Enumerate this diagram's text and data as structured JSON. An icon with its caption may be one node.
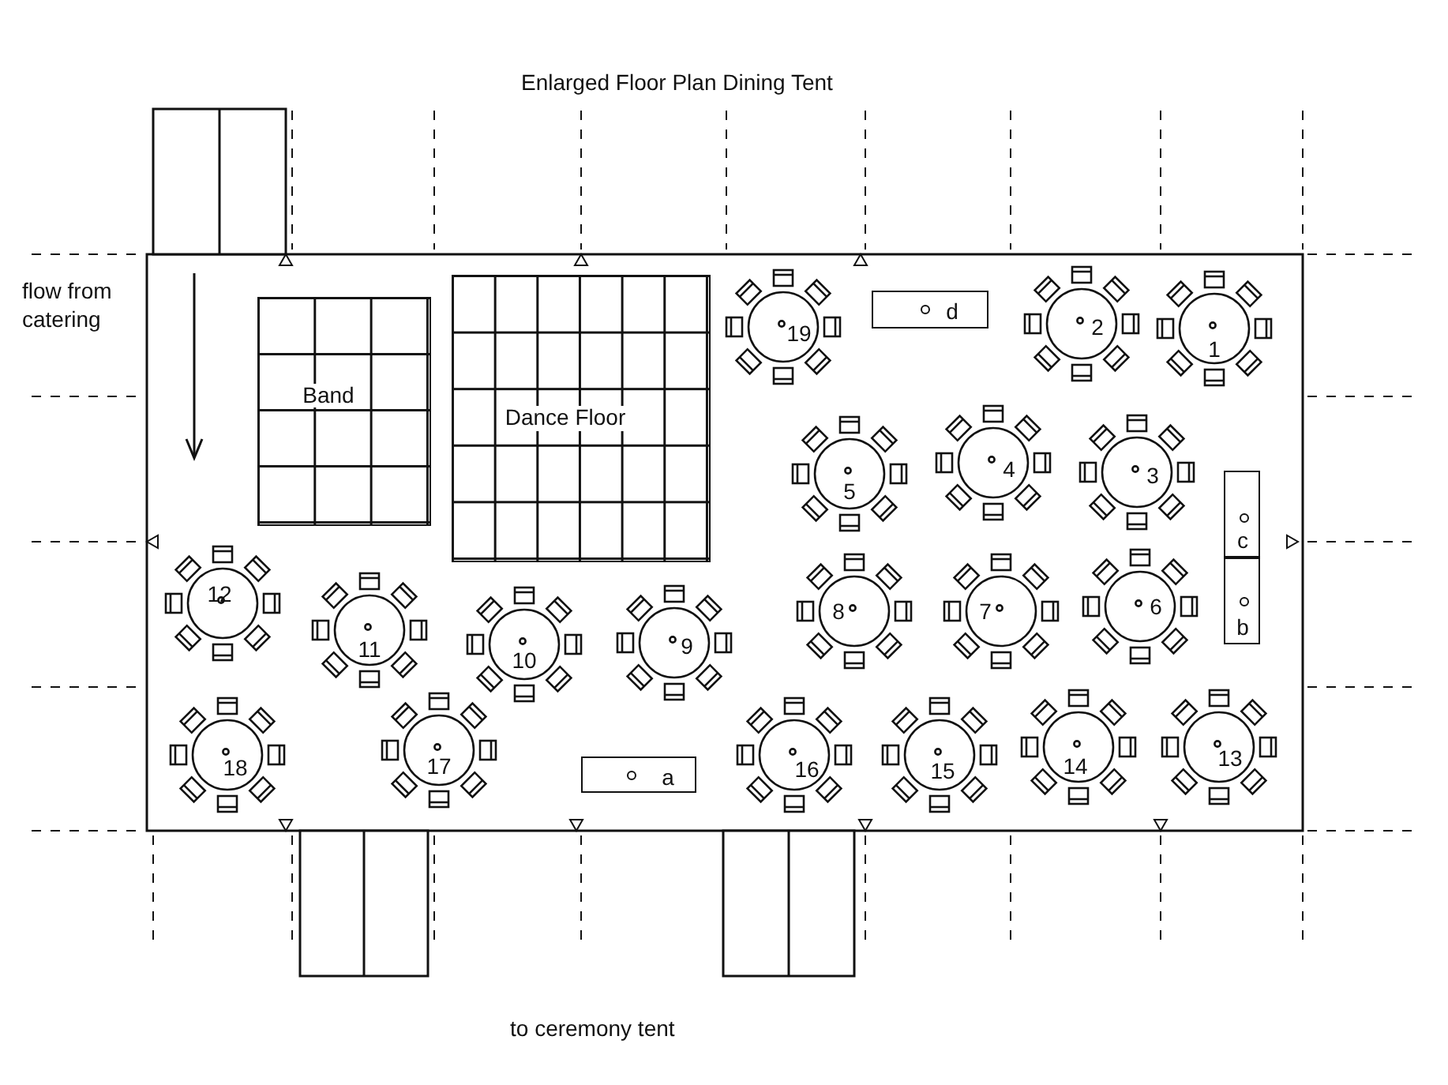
{
  "diagram": {
    "title": "Enlarged Floor Plan Dining Tent",
    "nodes": [
      {
        "text": [
          "Band"
        ]
      },
      {
        "text": [
          "Dance Floor"
        ]
      },
      {
        "text": [
          "19"
        ]
      },
      {
        "text": [
          "d"
        ]
      },
      {
        "text": [
          "2"
        ]
      },
      {
        "text": [
          "1"
        ]
      },
      {
        "text": [
          "4"
        ]
      },
      {
        "text": [
          "3"
        ]
      },
      {
        "text": [
          "5"
        ]
      },
      {
        "text": [
          "c"
        ]
      },
      {
        "text": [
          "12"
        ]
      },
      {
        "text": [
          "8"
        ]
      },
      {
        "text": [
          "7"
        ]
      },
      {
        "text": [
          "6"
        ]
      },
      {
        "text": [
          "b"
        ]
      },
      {
        "text": [
          "11"
        ]
      },
      {
        "text": [
          "10"
        ]
      },
      {
        "text": [
          "9"
        ]
      },
      {
        "text": [
          "18"
        ]
      },
      {
        "text": [
          "17"
        ]
      },
      {
        "text": [
          "a"
        ]
      },
      {
        "text": [
          "16"
        ]
      },
      {
        "text": [
          "15"
        ]
      },
      {
        "text": [
          "14"
        ]
      },
      {
        "text": [
          "13"
        ]
      }
    ],
    "labels": [
      "flow from catering",
      "to ceremony tent"
    ]
  }
}
